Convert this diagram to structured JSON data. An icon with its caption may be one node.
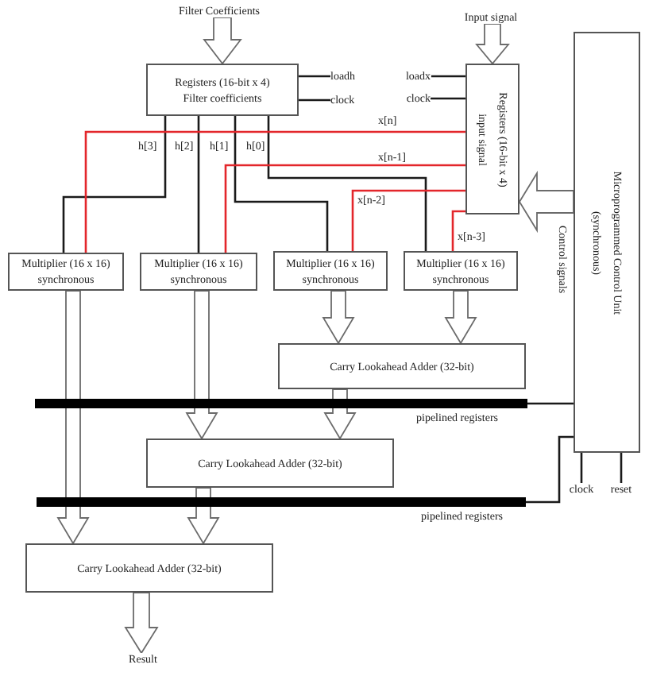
{
  "diagram": {
    "nodes": [
      {
        "text": [
          "Filter Coefficients"
        ]
      },
      {
        "text": [
          "Registers (16-bit x 4)",
          "Filter coefficients"
        ]
      },
      {
        "text": [
          "loadh"
        ]
      },
      {
        "text": [
          "clock"
        ]
      },
      {
        "text": [
          "Input signal"
        ]
      },
      {
        "text": [
          "Registers (16-bit x 4)",
          "input signal"
        ]
      },
      {
        "text": [
          "loadx"
        ]
      },
      {
        "text": [
          "clock"
        ]
      },
      {
        "text": [
          "Microprogrammed Control Unit",
          "(synchronous)"
        ]
      },
      {
        "text": [
          "clock"
        ]
      },
      {
        "text": [
          "reset"
        ]
      },
      {
        "text": [
          "Multiplier (16 x 16)",
          "synchronous"
        ]
      },
      {
        "text": [
          "Multiplier (16 x 16)",
          "synchronous"
        ]
      },
      {
        "text": [
          "Multiplier (16 x 16)",
          "synchronous"
        ]
      },
      {
        "text": [
          "Multiplier (16 x 16)",
          "synchronous"
        ]
      },
      {
        "text": [
          "Carry Lookahead Adder (32-bit)"
        ]
      },
      {
        "text": [],
        "shape": "bar",
        "beside": [
          "pipelined registers"
        ]
      },
      {
        "text": [
          "Carry Lookahead Adder (32-bit)"
        ]
      },
      {
        "text": [],
        "shape": "bar",
        "beside": [
          "pipelined registers"
        ]
      },
      {
        "text": [
          "Carry Lookahead Adder (32-bit)"
        ]
      },
      {
        "text": [
          "Result"
        ]
      }
    ],
    "edges": [
      {
        "from": 0,
        "to": 1,
        "arrow": "to",
        "style": "thick"
      },
      {
        "from": 4,
        "to": 5,
        "arrow": "to",
        "style": "thick"
      },
      {
        "from": 2,
        "to": 1,
        "arrow": "none"
      },
      {
        "from": 3,
        "to": 1,
        "arrow": "none"
      },
      {
        "from": 6,
        "to": 5,
        "arrow": "none"
      },
      {
        "from": 7,
        "to": 5,
        "arrow": "none"
      },
      {
        "from": 1,
        "to": 11,
        "arrow": "none",
        "label": "h[3]"
      },
      {
        "from": 1,
        "to": 12,
        "arrow": "none",
        "label": "h[2]"
      },
      {
        "from": 1,
        "to": 13,
        "arrow": "none",
        "label": "h[1]"
      },
      {
        "from": 1,
        "to": 14,
        "arrow": "none",
        "label": "h[0]"
      },
      {
        "from": 5,
        "to": 11,
        "arrow": "none",
        "label": "x[n]",
        "color": "#e3262b"
      },
      {
        "from": 5,
        "to": 12,
        "arrow": "none",
        "label": "x[n-1]",
        "color": "#e3262b"
      },
      {
        "from": 5,
        "to": 13,
        "arrow": "none",
        "label": "x[n-2]",
        "color": "#e3262b"
      },
      {
        "from": 5,
        "to": 14,
        "arrow": "none",
        "label": "x[n-3]",
        "color": "#e3262b"
      },
      {
        "from": 8,
        "to": 5,
        "arrow": "to",
        "style": "thick",
        "label": "Control signals"
      },
      {
        "from": 8,
        "to": 16,
        "arrow": "none"
      },
      {
        "from": 8,
        "to": 18,
        "arrow": "none"
      },
      {
        "from": 9,
        "to": 8,
        "arrow": "none"
      },
      {
        "from": 10,
        "to": 8,
        "arrow": "none"
      },
      {
        "from": 11,
        "to": 19,
        "arrow": "to",
        "style": "thick"
      },
      {
        "from": 12,
        "to": 17,
        "arrow": "to",
        "style": "thick"
      },
      {
        "from": 13,
        "to": 15,
        "arrow": "to",
        "style": "thick"
      },
      {
        "from": 14,
        "to": 15,
        "arrow": "to",
        "style": "thick"
      },
      {
        "from": 15,
        "to": 17,
        "arrow": "to",
        "style": "thick"
      },
      {
        "from": 17,
        "to": 19,
        "arrow": "to",
        "style": "thick"
      },
      {
        "from": 19,
        "to": 20,
        "arrow": "to",
        "style": "thick"
      }
    ]
  }
}
